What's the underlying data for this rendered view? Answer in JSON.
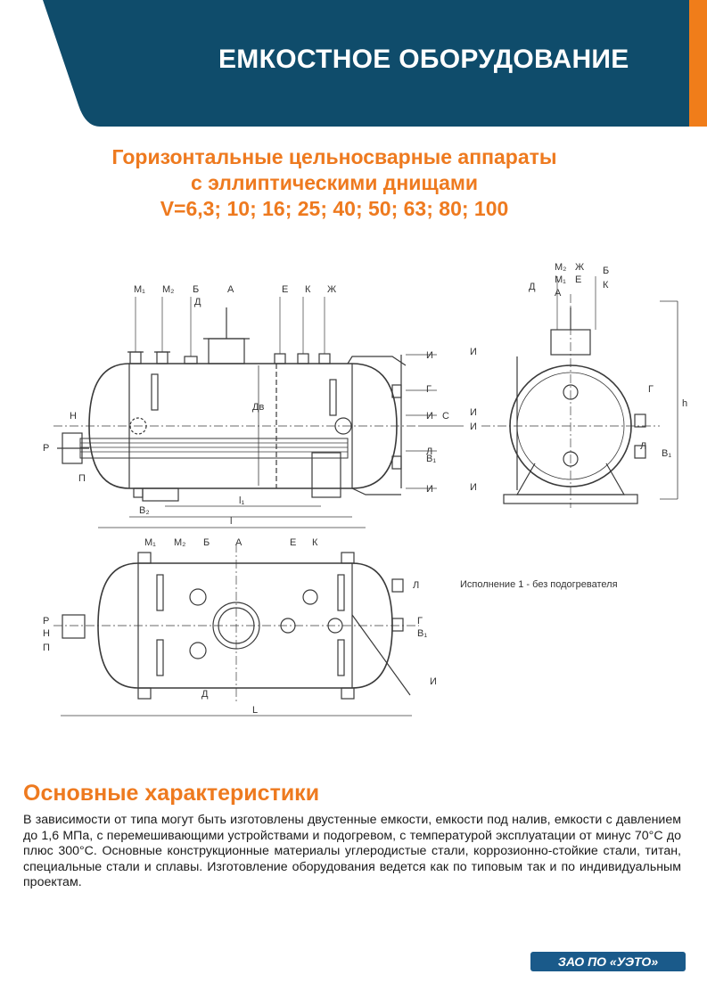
{
  "header": {
    "title": "ЕМКОСТНОЕ ОБОРУДОВАНИЕ",
    "band_color": "#0f4c6b",
    "accent_color": "#f07d1a"
  },
  "subtitle": {
    "line1": "Горизонтальные цельносварные аппараты",
    "line2": "с эллиптическими днищами",
    "line3": "V=6,3; 10; 16; 25; 40; 50; 63; 80; 100"
  },
  "drawing": {
    "side_view_labels": [
      "М₁",
      "М₂",
      "Б",
      "А",
      "Е",
      "К",
      "Ж",
      "Д",
      "И",
      "Г",
      "С",
      "Л",
      "В₁",
      "Н",
      "Р",
      "П",
      "В₂",
      "Дв",
      "l₁",
      "l",
      "L"
    ],
    "end_view_labels": [
      "М₂",
      "Ж",
      "М₁",
      "Е",
      "Б",
      "К",
      "Д",
      "А",
      "И",
      "Г",
      "Л",
      "В₁",
      "h"
    ],
    "plan_view_labels": [
      "М₁",
      "М₂",
      "Б",
      "А",
      "Е",
      "К",
      "Л",
      "Г",
      "В₁",
      "Р",
      "Н",
      "П",
      "Д",
      "И",
      "L"
    ],
    "variant_note": "Исполнение 1 - без подогревателя"
  },
  "characteristics": {
    "title": "Основные характеристики",
    "text": "В зависимости от типа могут быть изготовлены двустенные емкости, емкости под налив, емкости с давлением до 1,6 МПа, с перемешивающими устройствами и подогревом, с температурой эксплуатации от минус 70°C до плюс 300°C. Основные конструкционные материалы углеродистые стали, коррозионно-стойкие стали, титан, специальные стали и сплавы. Изготовление оборудования ведется как по типовым так и по индивидуальным проектам."
  },
  "logo": {
    "text": "ЗАО ПО «УЭТО»",
    "color": "#1a5a8a"
  }
}
